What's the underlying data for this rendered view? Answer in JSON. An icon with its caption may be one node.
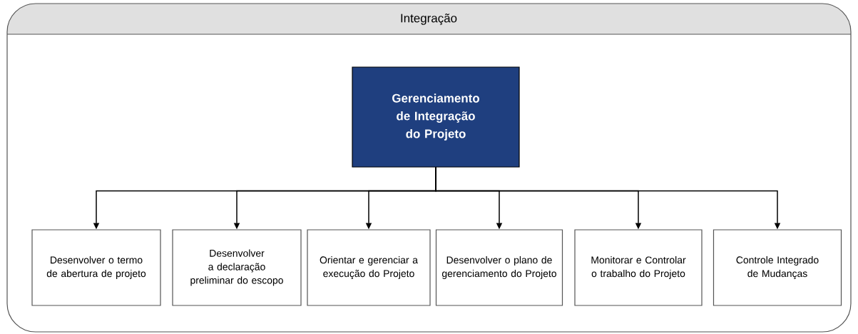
{
  "diagram": {
    "nodes": [
      {
        "text": [
          "Integração"
        ]
      },
      {
        "text": [
          "Gerenciamento de Integração do Projeto"
        ],
        "in": 0
      },
      {
        "text": [
          "Desenvolver o termo de abertura de projeto"
        ],
        "in": 0
      },
      {
        "text": [
          "Desenvolver a declaração preliminar do escopo"
        ],
        "in": 0
      },
      {
        "text": [
          "Orientar e gerenciar a execução do Projeto"
        ],
        "in": 0
      },
      {
        "text": [
          "Desenvolver o plano de gerenciamento do Projeto"
        ],
        "in": 0
      },
      {
        "text": [
          "Monitorar e Controlar o trabalho do Projeto"
        ],
        "in": 0
      },
      {
        "text": [
          "Controle Integrado de Mudanças"
        ],
        "in": 0
      }
    ],
    "edges": [
      {
        "from": 1,
        "to": 2,
        "arrow": "to"
      },
      {
        "from": 1,
        "to": 3,
        "arrow": "to"
      },
      {
        "from": 1,
        "to": 4,
        "arrow": "to"
      },
      {
        "from": 1,
        "to": 5,
        "arrow": "to"
      },
      {
        "from": 1,
        "to": 6,
        "arrow": "to"
      },
      {
        "from": 1,
        "to": 7,
        "arrow": "to"
      }
    ]
  }
}
